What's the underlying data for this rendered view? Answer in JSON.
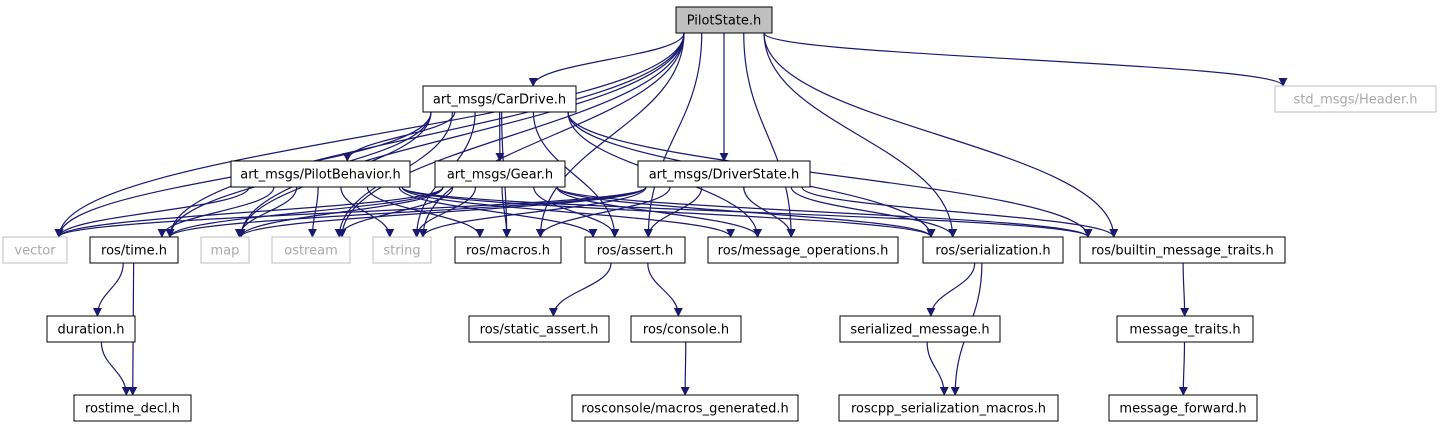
{
  "graph": {
    "edge_color": "#191970",
    "nodes": [
      {
        "id": "pilotstate",
        "label": "PilotState.h",
        "style": "root"
      },
      {
        "id": "carDrive",
        "label": "art_msgs/CarDrive.h",
        "style": "normal"
      },
      {
        "id": "header",
        "label": "std_msgs/Header.h",
        "style": "external"
      },
      {
        "id": "pilotBehavior",
        "label": "art_msgs/PilotBehavior.h",
        "style": "normal"
      },
      {
        "id": "gear",
        "label": "art_msgs/Gear.h",
        "style": "normal"
      },
      {
        "id": "driverState",
        "label": "art_msgs/DriverState.h",
        "style": "normal"
      },
      {
        "id": "vector",
        "label": "vector",
        "style": "external"
      },
      {
        "id": "rostime",
        "label": "ros/time.h",
        "style": "normal"
      },
      {
        "id": "map",
        "label": "map",
        "style": "external"
      },
      {
        "id": "ostream",
        "label": "ostream",
        "style": "external"
      },
      {
        "id": "string",
        "label": "string",
        "style": "external"
      },
      {
        "id": "macros",
        "label": "ros/macros.h",
        "style": "normal"
      },
      {
        "id": "assert",
        "label": "ros/assert.h",
        "style": "normal"
      },
      {
        "id": "msgops",
        "label": "ros/message_operations.h",
        "style": "normal"
      },
      {
        "id": "serialization",
        "label": "ros/serialization.h",
        "style": "normal"
      },
      {
        "id": "builtin",
        "label": "ros/builtin_message_traits.h",
        "style": "normal"
      },
      {
        "id": "duration",
        "label": "duration.h",
        "style": "normal"
      },
      {
        "id": "rostimedecl",
        "label": "rostime_decl.h",
        "style": "normal"
      },
      {
        "id": "staticassert",
        "label": "ros/static_assert.h",
        "style": "normal"
      },
      {
        "id": "console",
        "label": "ros/console.h",
        "style": "normal"
      },
      {
        "id": "rosconsolemacros",
        "label": "rosconsole/macros_generated.h",
        "style": "normal"
      },
      {
        "id": "serializedmsg",
        "label": "serialized_message.h",
        "style": "normal"
      },
      {
        "id": "serialmacros",
        "label": "roscpp_serialization_macros.h",
        "style": "normal"
      },
      {
        "id": "msgtraits",
        "label": "message_traits.h",
        "style": "normal"
      },
      {
        "id": "msgforward",
        "label": "message_forward.h",
        "style": "normal"
      }
    ],
    "edges": [
      [
        "pilotstate",
        "carDrive"
      ],
      [
        "pilotstate",
        "header"
      ],
      [
        "pilotstate",
        "driverState"
      ],
      [
        "pilotstate",
        "vector"
      ],
      [
        "pilotstate",
        "rostime"
      ],
      [
        "pilotstate",
        "map"
      ],
      [
        "pilotstate",
        "ostream"
      ],
      [
        "pilotstate",
        "string"
      ],
      [
        "pilotstate",
        "macros"
      ],
      [
        "pilotstate",
        "assert"
      ],
      [
        "pilotstate",
        "msgops"
      ],
      [
        "pilotstate",
        "serialization"
      ],
      [
        "pilotstate",
        "builtin"
      ],
      [
        "carDrive",
        "pilotBehavior"
      ],
      [
        "carDrive",
        "gear"
      ],
      [
        "carDrive",
        "vector"
      ],
      [
        "carDrive",
        "rostime"
      ],
      [
        "carDrive",
        "map"
      ],
      [
        "carDrive",
        "ostream"
      ],
      [
        "carDrive",
        "string"
      ],
      [
        "carDrive",
        "macros"
      ],
      [
        "carDrive",
        "assert"
      ],
      [
        "carDrive",
        "msgops"
      ],
      [
        "carDrive",
        "serialization"
      ],
      [
        "carDrive",
        "builtin"
      ],
      [
        "pilotBehavior",
        "vector"
      ],
      [
        "pilotBehavior",
        "rostime"
      ],
      [
        "pilotBehavior",
        "map"
      ],
      [
        "pilotBehavior",
        "ostream"
      ],
      [
        "pilotBehavior",
        "string"
      ],
      [
        "pilotBehavior",
        "macros"
      ],
      [
        "pilotBehavior",
        "assert"
      ],
      [
        "pilotBehavior",
        "msgops"
      ],
      [
        "pilotBehavior",
        "serialization"
      ],
      [
        "pilotBehavior",
        "builtin"
      ],
      [
        "gear",
        "vector"
      ],
      [
        "gear",
        "rostime"
      ],
      [
        "gear",
        "map"
      ],
      [
        "gear",
        "ostream"
      ],
      [
        "gear",
        "string"
      ],
      [
        "gear",
        "macros"
      ],
      [
        "gear",
        "assert"
      ],
      [
        "gear",
        "msgops"
      ],
      [
        "gear",
        "serialization"
      ],
      [
        "gear",
        "builtin"
      ],
      [
        "driverState",
        "vector"
      ],
      [
        "driverState",
        "rostime"
      ],
      [
        "driverState",
        "map"
      ],
      [
        "driverState",
        "string"
      ],
      [
        "driverState",
        "macros"
      ],
      [
        "driverState",
        "assert"
      ],
      [
        "driverState",
        "msgops"
      ],
      [
        "driverState",
        "serialization"
      ],
      [
        "driverState",
        "builtin"
      ],
      [
        "rostime",
        "duration"
      ],
      [
        "rostime",
        "rostimedecl"
      ],
      [
        "duration",
        "rostimedecl"
      ],
      [
        "assert",
        "staticassert"
      ],
      [
        "assert",
        "console"
      ],
      [
        "console",
        "rosconsolemacros"
      ],
      [
        "serialization",
        "serializedmsg"
      ],
      [
        "serialization",
        "serialmacros"
      ],
      [
        "serializedmsg",
        "serialmacros"
      ],
      [
        "builtin",
        "msgtraits"
      ],
      [
        "msgtraits",
        "msgforward"
      ]
    ]
  }
}
